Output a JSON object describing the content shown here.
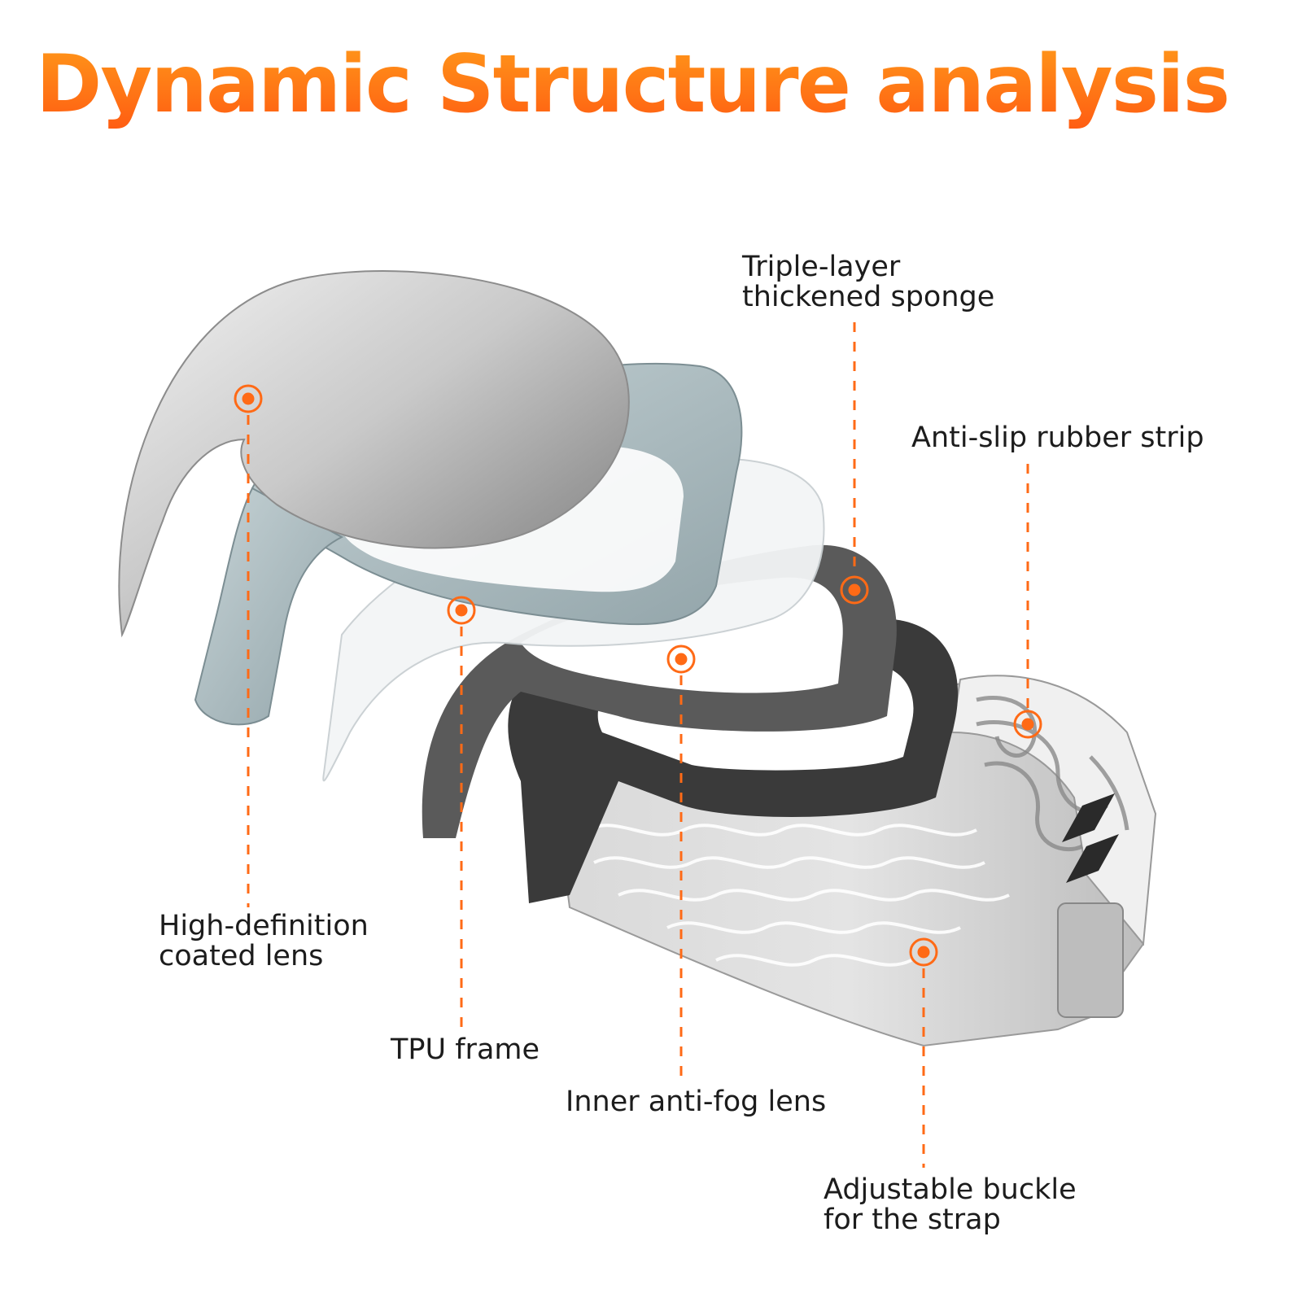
{
  "title": "Dynamic Structure analysis",
  "accent_color": "#ff6a16",
  "callouts": [
    {
      "id": "hd-lens",
      "lines": [
        "High-definition",
        "coated lens"
      ]
    },
    {
      "id": "tpu-frame",
      "lines": [
        "TPU frame"
      ]
    },
    {
      "id": "sponge",
      "lines": [
        "Triple-layer",
        "thickened sponge"
      ]
    },
    {
      "id": "inner-lens",
      "lines": [
        "Inner anti-fog lens"
      ]
    },
    {
      "id": "rubber-strip",
      "lines": [
        "Anti-slip rubber strip"
      ]
    },
    {
      "id": "buckle",
      "lines": [
        "Adjustable buckle",
        "for the strap"
      ]
    }
  ]
}
